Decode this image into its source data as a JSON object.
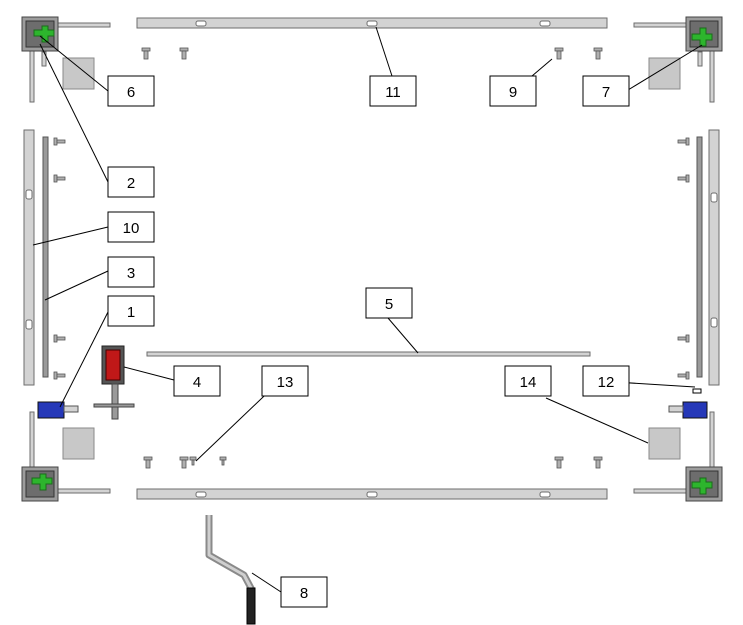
{
  "colors": {
    "bar_fill": "#d3d3d3",
    "bar_stroke": "#6e6e6e",
    "pad_fill": "#c8c8c8",
    "corner_green": "#2db52d",
    "clamp_blue": "#2538b8",
    "clamp_red": "#c01818",
    "line": "#000000"
  },
  "callouts": {
    "c1": "1",
    "c2": "2",
    "c3": "3",
    "c4": "4",
    "c5": "5",
    "c6": "6",
    "c7": "7",
    "c8": "8",
    "c9": "9",
    "c10": "10",
    "c11": "11",
    "c12": "12",
    "c13": "13",
    "c14": "14"
  },
  "icons": {
    "corner_bracket": "corner-bracket-icon",
    "screw": "screw-icon",
    "clamp": "clamp-icon",
    "crank": "crank-handle-icon"
  }
}
